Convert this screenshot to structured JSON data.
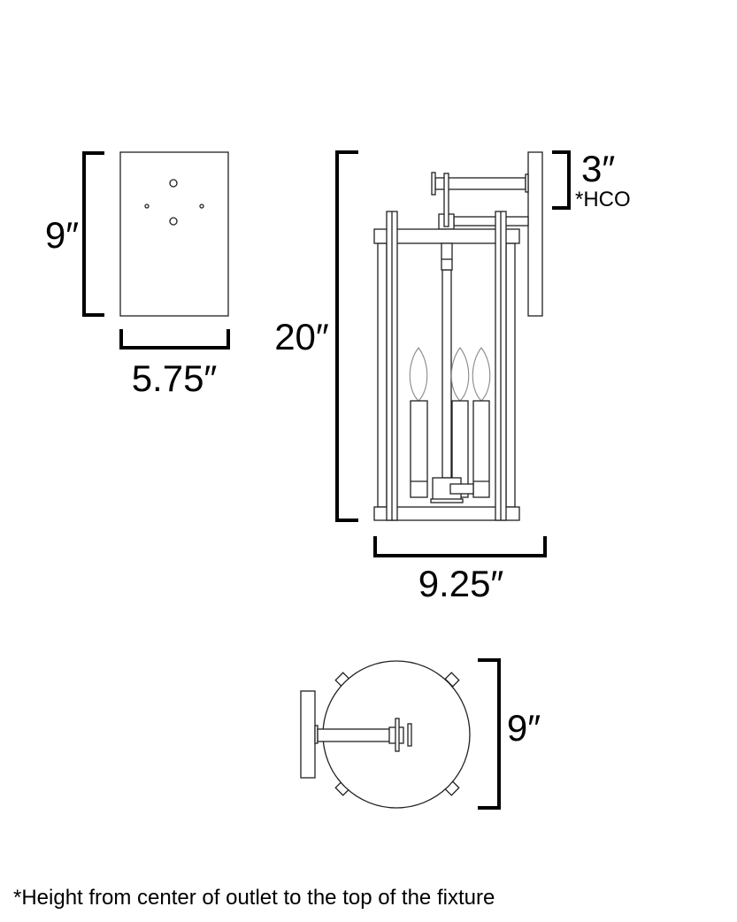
{
  "backplate_view": {
    "height_label": "9″",
    "width_label": "5.75″"
  },
  "side_view": {
    "height_label": "20″",
    "width_label": "9.25″",
    "hco_value_label": "3″",
    "hco_tag": "*HCO"
  },
  "top_view": {
    "depth_label": "9″"
  },
  "footnote": "*Height from center of outlet to the top of the fixture",
  "colors": {
    "line": "#231f20",
    "bulb_outline": "#8a8a8a",
    "background": "#ffffff"
  }
}
